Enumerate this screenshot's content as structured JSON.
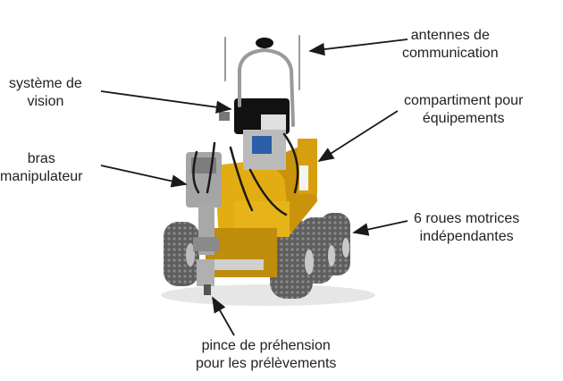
{
  "labels": {
    "antennes": [
      "antennes de",
      "communication"
    ],
    "vision": [
      "système de",
      "vision"
    ],
    "compartiment": [
      "compartiment pour",
      "équipements"
    ],
    "bras": [
      "bras",
      "manipulateur"
    ],
    "roues": [
      "6 roues motrices",
      "indépendantes"
    ],
    "pince": [
      "pince de préhension",
      "pour les prélèvements"
    ]
  },
  "colors": {
    "body_yellow": "#e2ad12",
    "body_shadow": "#b98a0a",
    "tire": "#6a6a6a",
    "tire_dark": "#3d3d3d",
    "hub": "#c9c9c9",
    "metal": "#9a9a9a",
    "cable": "#1a1a1a",
    "arrow": "#1a1a1a"
  }
}
